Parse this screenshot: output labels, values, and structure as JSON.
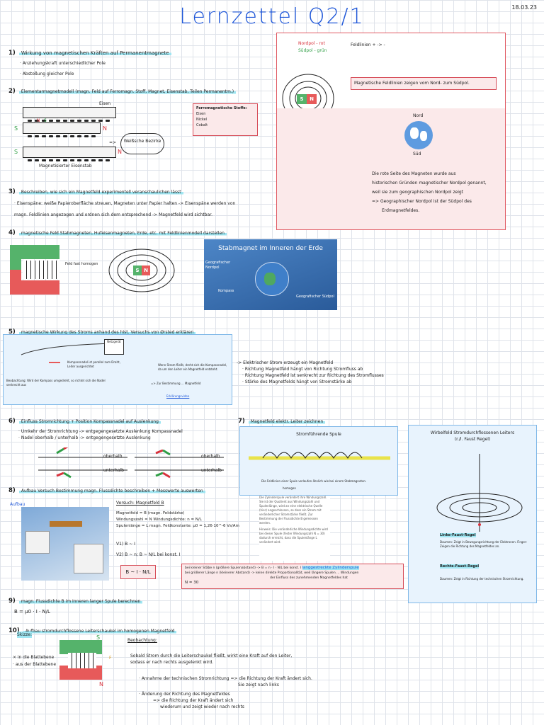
{
  "header": {
    "title": "Lernzettel Q2/1",
    "date": "18.03.23"
  },
  "s1": {
    "num": "1)",
    "heading": "Wirkung von magnetischen Kräften auf Permanentmagnete",
    "lines": [
      "Anziehungskraft unterschiedlicher Pole",
      "Abstoßung gleicher Pole"
    ]
  },
  "s2": {
    "num": "2)",
    "heading": "Elementarmagnetmodell (magn. Feld auf Ferromagn. Stoff, Magnet, Eisenstab, Teilen Permanentm.)",
    "eisen": "Eisen",
    "weiss": "Weißsche Bezirke",
    "magnet_eisen": "Magnetisierter Eisenstab",
    "ferro_title": "Ferromagnetische Stoffe:",
    "ferro": [
      "Eisen",
      "Nickel",
      "Cobalt"
    ],
    "arrow": "=>",
    "letters": {
      "s": "S",
      "n": "N",
      "sn1": "N",
      "sn2": "S"
    }
  },
  "s3": {
    "num": "3)",
    "heading": "Beschreiben, wie sich ein Magnetfeld experimentell veranschaulichen lässt",
    "line1": "Eisenspäne: weiße Papieroberfläche streuen, Magneten unter Papier halten -> Eisenspäne werden von",
    "line2": "magn. Feldlinien angezogen und ordnen sich dem entsprechend -> Magnetfeld wird sichtbar."
  },
  "right_top": {
    "nordpol": "Nordpol - rot",
    "suedpol": "Südpol - grün",
    "feldlinien": "Feldlinien + -> -",
    "feldlinien_box": "Magnetische Feldlinien zeigen vom Nord- zum Südpol.",
    "nord": "Nord",
    "sued": "Süd",
    "mag_s": "S",
    "mag_n": "N",
    "text": [
      "Die rote Seite des Magneten wurde aus",
      "historischen Gründen magnetischer Nordpol genannt,",
      "weil sie zum geographischen Nordpol zeigt"
    ],
    "text2": "=> Geographischer Nordpol ist der Südpol des",
    "text3": "Erdmagnetfeldes."
  },
  "s4": {
    "num": "4)",
    "heading": "magnetische Feld Stabmagneten, Hufeisenmagneten, Erde, etc. mit Feldlinienmodell darstellen",
    "note": "Feld fast homogen",
    "mag_s": "S",
    "mag_n": "N",
    "earth_title": "Stabmagnet im Inneren der Erde",
    "geo_nord": "Geografischer Nordpol",
    "geo_sued": "Geografischer Südpol",
    "kompass": "Kompass"
  },
  "s5": {
    "num": "5)",
    "heading": "magnetische Wirkung des Stroms anhand des hist. Versuchs von Ørsted erklären",
    "box_l1": "Kompassnadel ist parallel zum Draht, Leiter ausgerichtet",
    "box_l2": "Beobachtung: Wird der Kompass umgedreht, so richtet sich die Nadel senkrecht aus",
    "box_r": "Wenn Strom fließt, dreht sich die Kompassnadel, da um den Leiter ein Magnetfeld entsteht.",
    "box_r2": "=> Zur Bestimmung ... Magnetfeld",
    "link": "Erklärungsvideo",
    "magnet": "Netzgerät",
    "results": [
      "-> Elektrischer Strom erzeugt ein Magnetfeld",
      "Richtung Magnetfeld hängt von Richtung Stromfluss ab",
      "Richtung Magnetfeld ist senkrecht zur Richtung des Stromflusses",
      "Stärke des Magnetfelds hängt von Stromstärke ab"
    ]
  },
  "s6": {
    "num": "6)",
    "heading": "Einfluss Stromrichtung + Position Kompassnadel auf Auslenkung",
    "lines": [
      "Umkehr der Stromrichtung -> entgegengesetzte Auslenkung Kompassnadel",
      "Nadel oberhalb / unterhalb -> entgegengesetzte Auslenkung"
    ],
    "oberhalb": "oberhalb",
    "unterhalb": "unterhalb"
  },
  "s7": {
    "num": "7)",
    "heading": "Magnetfeld elektr. Leiter zeichnen",
    "spule_title": "Stromführende Spule",
    "spule_note": "Die Feldlinien einer Spule verlaufen ähnlich wie bei einem Stabmagneten.",
    "spule_note2": "homogen",
    "wirbel_title": "Wirbelfeld Stromdurchflossenen Leiters",
    "wirbel_sub": "(r./l. Faust Regel)",
    "linke": "Linke-Faust-Regel",
    "linke_text": "Daumen: Zeigt in Bewegungsrichtung der Elektronen. Finger: Zeigen die Richtung des Magnetfeldes an.",
    "rechte": "Rechte-Faust-Regel",
    "rechte_text": "Daumen: Zeigt in Richtung der technischen Stromrichtung."
  },
  "s8": {
    "num": "8)",
    "heading": "Aufbau Versuch Bestimmung magn. Flussdichte beschreiben + Messwerte auswerten",
    "aufbau": "Aufbau",
    "v_title": "Versuch: Magnetfeld B",
    "rows": [
      "Magnetfeld = B (magn. Feldstärke)",
      "Windungszahl = N Windungsdichte: n = N/L",
      "Spulenlänge = L magn. Feldkonstante: μ0 = 1,26·10^-6 Vs/Am"
    ],
    "v1": "V1) B ~ I",
    "v2": "V2) B ~ n; B ~ N/L bei konst. I",
    "formula": "B ~ I · N/L",
    "info": "Die Zylinderspule verändert ihre Windungszahl. Sie ist der Quotient aus Windungszahl und Spulenlänge, wird an eine elektrische Quelle (hier) angeschlossen, so dass ein Strom mit veränderlicher Stromstärke fließt. Zur Bestimmung der Flussdichte B gemessen werden.",
    "info2": "Hinweis: Die veränderliche Windungsdichte wird bei dieser Spule (fester Windungszahl N = 30) dadurch erreicht, dass die Spulenlänge L verändert wird.",
    "pink1": "bei kleiner Stäbe n (größere Spulenabstand) -> B = n · I · N/L bei konst. I",
    "pink1b": "langgestreckte Zylinderspule",
    "pink2": "bei größerer Länge n (kleinerer Abstand) -> keine direkte Proportionalität, weil längere Spulen ... Windungen",
    "pink3": "der Einfluss des zunehmenden Magnetfeldes hat",
    "n30": "N = 30"
  },
  "s9": {
    "num": "9)",
    "heading": "magn. Flussdichte B im Inneren langer Spule berechnen",
    "formula": "B = μ0 · I · N/L"
  },
  "s10": {
    "num": "10)",
    "heading": "Aufbau stromdurchflossene Leiterschaukel im homogenen Magnetfeld",
    "skizze": "Skizze:",
    "legend1": "× in die Blattebene",
    "legend2": "· aus der Blattebene",
    "beob": "Beobachtung:",
    "beob_text": "Sobald Strom durch die Leiterschaukel fließt, wirkt eine Kraft auf den Leiter, sodass er nach rechts ausgelenkt wird.",
    "ann1": "Annahme der technischen Stromrichtung => die Richtung der Kraft ändert sich.",
    "ann1b": "Sie zeigt nach links",
    "ann2": "Änderung der Richtung des Magnetfeldes",
    "ann3": "=> die Richtung der Kraft ändert sich",
    "ann4": "wiederum und zeigt wieder nach rechts",
    "s": "S",
    "n": "N",
    "f": "F"
  },
  "colors": {
    "title": "#1f57d8",
    "highlight": "#9fe6f2",
    "north": "#e75a5a",
    "south": "#55b36b"
  }
}
